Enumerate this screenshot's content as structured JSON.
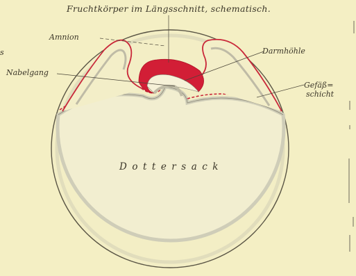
{
  "figure": {
    "title": "Fruchtkörper im Längsschnitt, schematisch.",
    "labels": {
      "amnion": "Amnion",
      "darmhoehle": "Darmhöhle",
      "nabelgang": "Nabelgang",
      "gefaess_line1": "Gefäß=",
      "gefaess_line2": "schicht",
      "dottersack": "Dottersack",
      "left_margin_fragment": "s"
    },
    "colors": {
      "background": "#f4efc4",
      "embryo_red": "#d21e36",
      "vessel_red": "#c9283a",
      "outline": "#4a4538"
    }
  }
}
